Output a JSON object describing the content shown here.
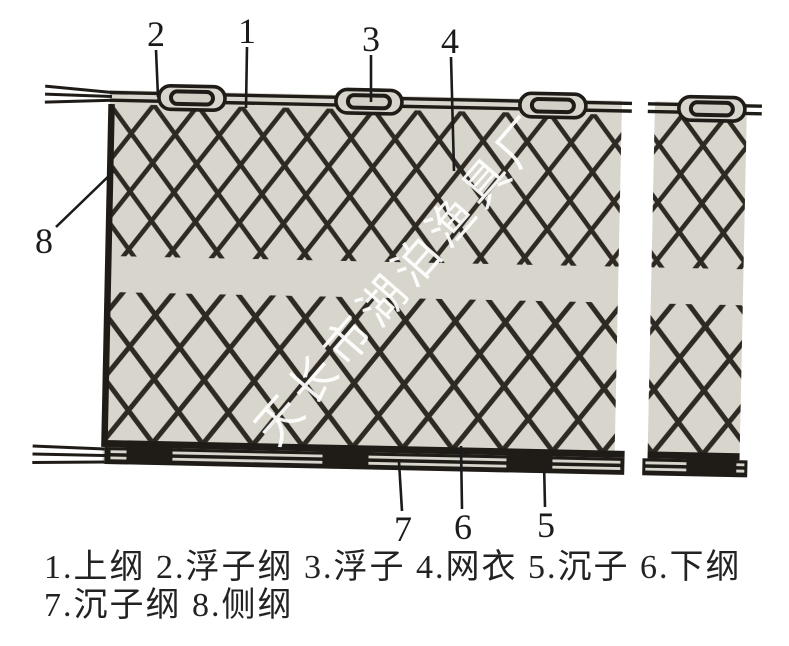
{
  "diagram": {
    "watermark": "天长市湖泊渔具厂",
    "colors": {
      "page_bg": "#ffffff",
      "panel_bg": "#d8d5cc",
      "mesh_line": "#2e2a23",
      "rope_black": "#1f1c18",
      "callout_ink": "#1b1b1b",
      "watermark_color": "#ffffff"
    },
    "parts": {
      "top_rope": "上纲",
      "float_rope": "浮子纲",
      "float": "浮子",
      "netting": "网衣",
      "sinker": "沉子",
      "bottom_rope": "下纲",
      "sinker_rope": "沉子纲",
      "side_rope": "侧纲"
    }
  },
  "legend": {
    "items": [
      {
        "num": "1",
        "label": "上纲"
      },
      {
        "num": "2",
        "label": "浮子纲"
      },
      {
        "num": "3",
        "label": "浮子"
      },
      {
        "num": "4",
        "label": "网衣"
      },
      {
        "num": "5",
        "label": "沉子"
      },
      {
        "num": "6",
        "label": "下纲"
      },
      {
        "num": "7",
        "label": "沉子纲"
      },
      {
        "num": "8",
        "label": "侧纲"
      }
    ],
    "line1": "1.上纲 2.浮子纲 3.浮子 4.网衣 5.沉子 6.下纲",
    "line2": "7.沉子纲 8.侧纲"
  }
}
